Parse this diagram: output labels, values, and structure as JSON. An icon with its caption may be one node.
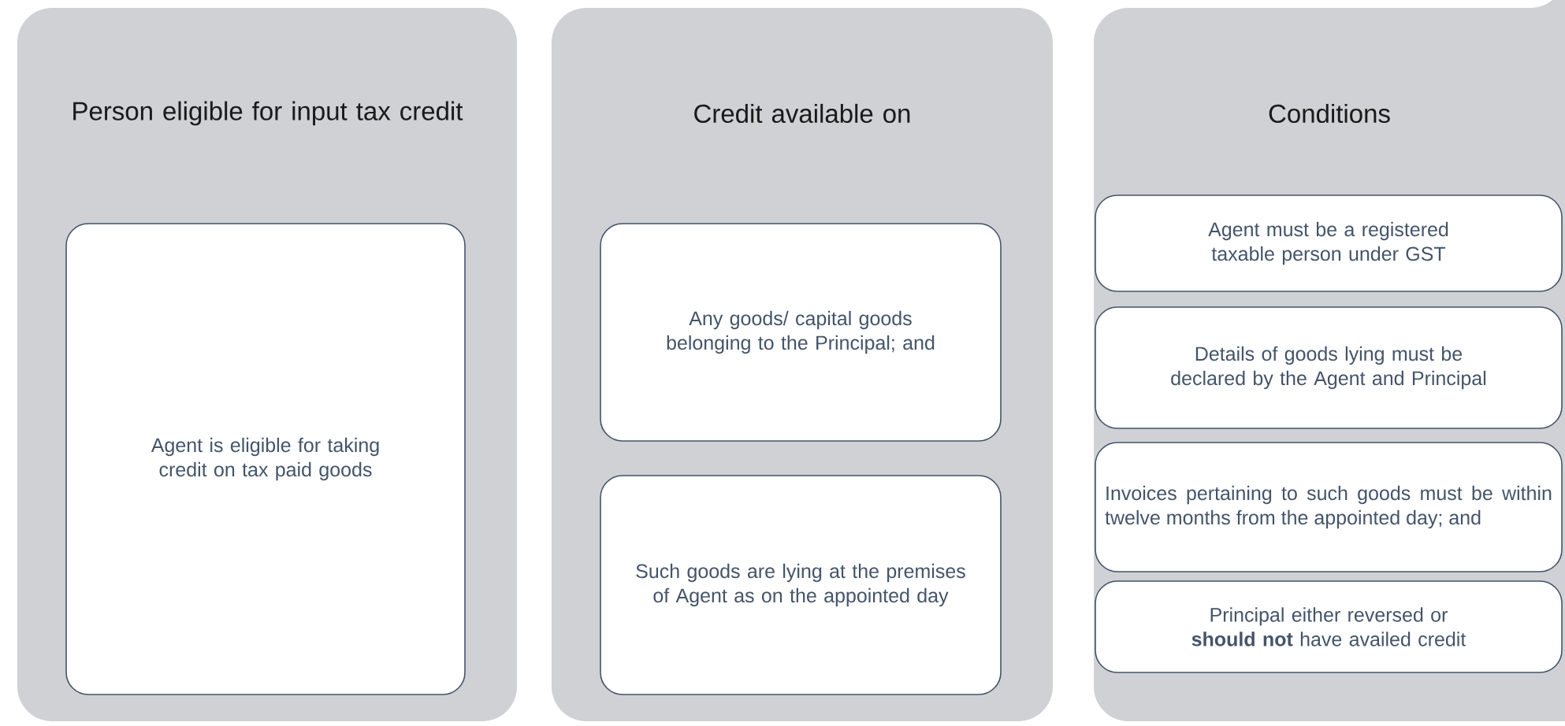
{
  "diagram": {
    "nodes": [
      {
        "text": [
          "Person eligible for input tax credit"
        ]
      },
      {
        "text": [
          "Agent is eligible for taking credit on tax paid goods"
        ],
        "in": 0
      },
      {
        "text": [
          "Credit available on"
        ]
      },
      {
        "text": [
          "Any goods/ capital goods belonging to the Principal; and"
        ],
        "in": 2
      },
      {
        "text": [
          "Such goods are lying at the premises of Agent as on the appointed day"
        ],
        "in": 2
      },
      {
        "text": [
          "Conditions"
        ]
      },
      {
        "text": [
          "Agent must be a registered taxable person under GST"
        ],
        "in": 5
      },
      {
        "text": [
          "Details of goods lying must be declared by the Agent and Principal"
        ],
        "in": 5
      },
      {
        "text": [
          "Invoices pertaining to such goods must be within twelve months from the appointed day; and"
        ],
        "in": 5
      },
      {
        "text": [
          "Principal either reversed or **should not** have availed credit"
        ],
        "in": 5
      }
    ]
  }
}
